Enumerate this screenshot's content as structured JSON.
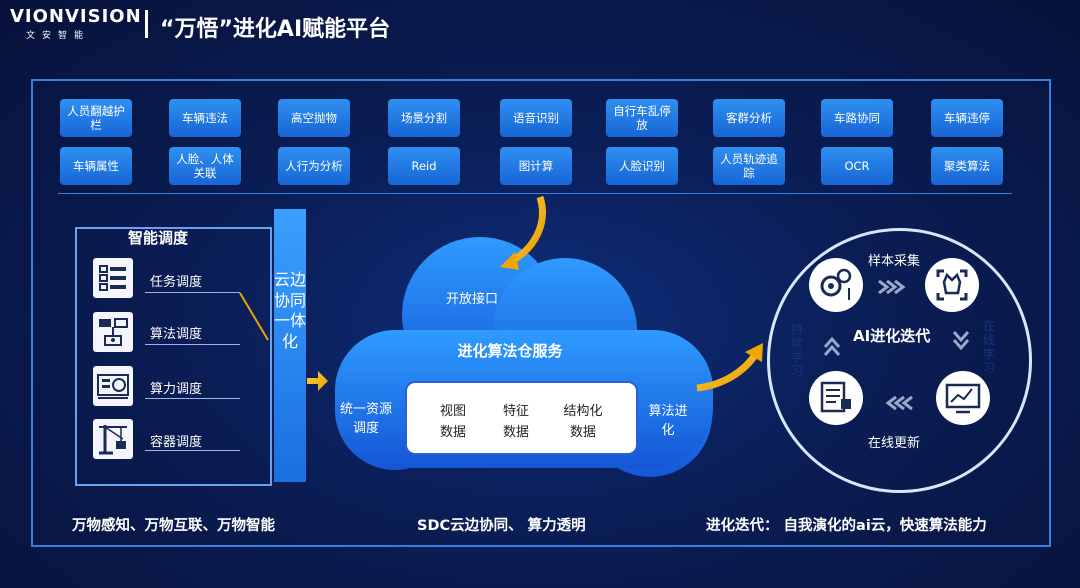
{
  "header": {
    "logo": "VIONVISION",
    "logo_sub": "文安智能",
    "title": "“万悟”进化AI赋能平台"
  },
  "algorithms": {
    "row1": [
      "人员翻越护栏",
      "车辆违法",
      "高空抛物",
      "场景分割",
      "语音识别",
      "自行车乱停放",
      "客群分析",
      "车路协同",
      "车辆违停"
    ],
    "row2": [
      "车辆属性",
      "人脸、人体关联",
      "人行为分析",
      "Reid",
      "图计算",
      "人脸识别",
      "人员轨迹追踪",
      "OCR",
      "聚类算法"
    ]
  },
  "scheduling": {
    "title": "智能调度",
    "items": [
      {
        "label": "任务调度",
        "icon": "task-schedule-icon"
      },
      {
        "label": "算法调度",
        "icon": "algorithm-schedule-icon"
      },
      {
        "label": "算力调度",
        "icon": "compute-schedule-icon"
      },
      {
        "label": "容器调度",
        "icon": "container-schedule-icon"
      }
    ]
  },
  "edge": {
    "label": "云边协同一体化"
  },
  "cloud": {
    "api": "开放接口",
    "title": "进化算法仓服务",
    "left": "统一资源调度",
    "right": "算法进化",
    "data_items": [
      "视图数据",
      "特征数据",
      "结构化数据"
    ]
  },
  "cycle": {
    "title": "AI进化迭代",
    "top": "样本采集",
    "bottom": "在线更新",
    "left": "持续学习",
    "right": "在线学习"
  },
  "captions": [
    "万物感知、万物互联、万物智能",
    "SDC云边协同、 算力透明",
    "进化迭代： 自我演化的ai云，快速算法能力"
  ],
  "colors": {
    "accent": "#1e78e6",
    "arrow": "#f2b705",
    "background": "#0a1a4a"
  }
}
